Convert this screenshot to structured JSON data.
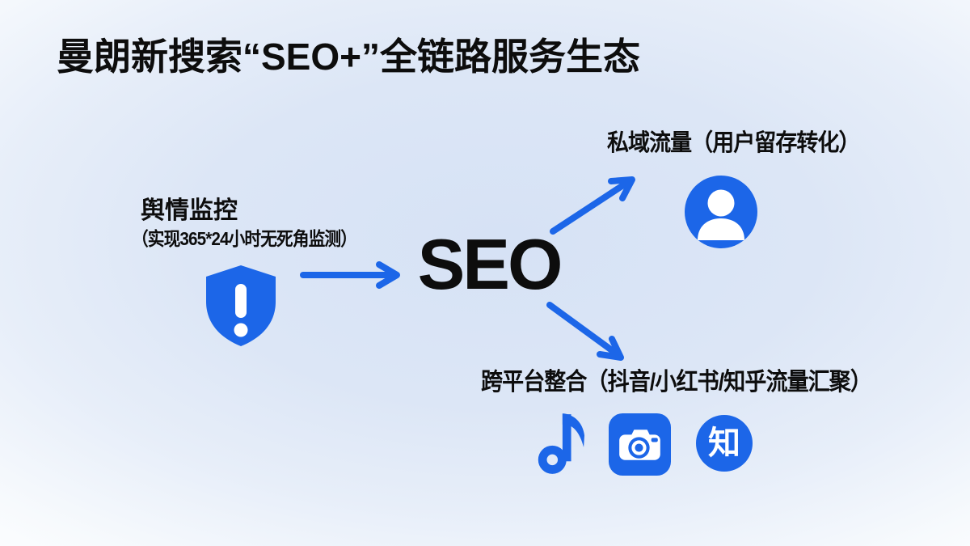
{
  "slide": {
    "title": "曼朗新搜索“SEO+”全链路服务生态"
  },
  "center_node": {
    "label": "SEO"
  },
  "monitoring": {
    "title": "舆情监控",
    "subtitle": "（实现365*24小时无死角监测）",
    "icon": "shield-alert-icon"
  },
  "private_traffic": {
    "label": "私域流量（用户留存转化）",
    "icon": "user-icon"
  },
  "cross_platform": {
    "label": "跨平台整合（抖音/小红书/知乎流量汇聚）",
    "zhihu_glyph": "知",
    "icons": [
      "music-note-icon",
      "camera-icon",
      "zhihu-circle-icon"
    ]
  },
  "connectors": [
    "arrow-monitoring-to-seo",
    "arrow-seo-to-private-traffic",
    "arrow-seo-to-platforms"
  ],
  "colors": {
    "accent_blue": "#1c66e8",
    "text_black": "#0d0d0d",
    "background_tint": "#d6e2f5",
    "icon_detail_white": "#ffffff"
  }
}
